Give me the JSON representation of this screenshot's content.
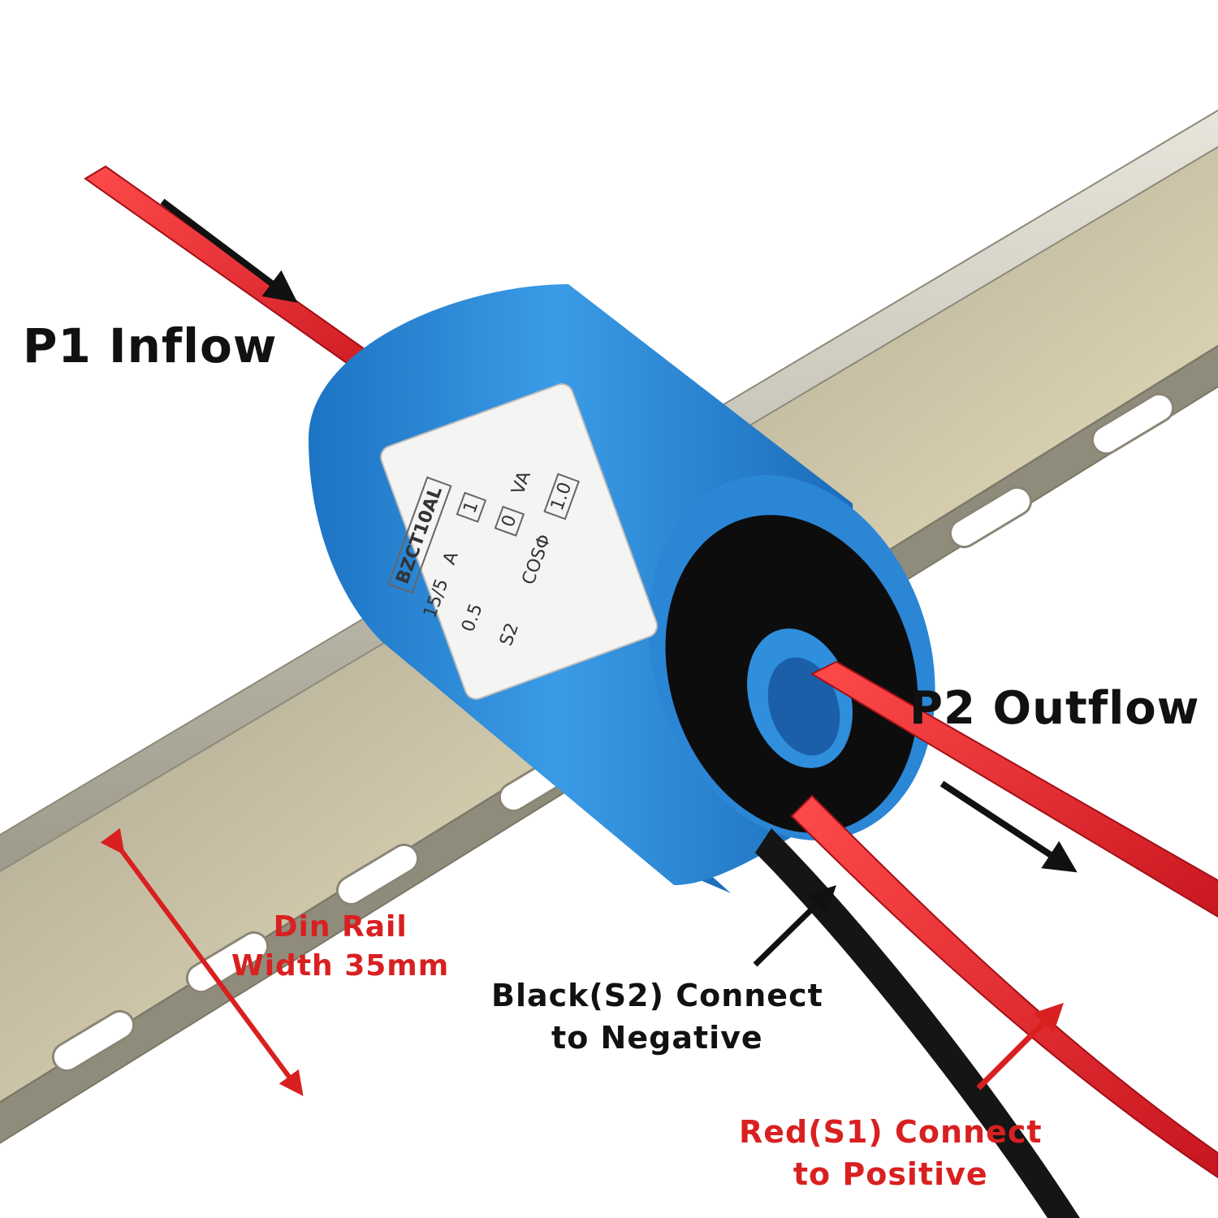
{
  "labels": {
    "p1": "P1 Inflow",
    "p2": "P2 Outflow",
    "din_line1": "Din Rail",
    "din_line2": "Width 35mm",
    "black_line1": "Black(S2) Connect",
    "black_line2": "to Negative",
    "red_line1": "Red(S1) Connect",
    "red_line2": "to Positive"
  },
  "product_label": {
    "model": "BZCT10AL",
    "ratio": "15/5",
    "unit_a": "A",
    "turns": "1",
    "load": "0",
    "unit_va": "VA",
    "accuracy": "0.5",
    "terminal": "S2",
    "cos_phi": "COSΦ",
    "cos_value": "1.0"
  },
  "colors": {
    "housing": "#2f8fdc",
    "wire_red": "#e0202a",
    "wire_black": "#151515",
    "rail": "#c7c2b0",
    "accent_red": "#d92020",
    "text_dark": "#111111"
  }
}
